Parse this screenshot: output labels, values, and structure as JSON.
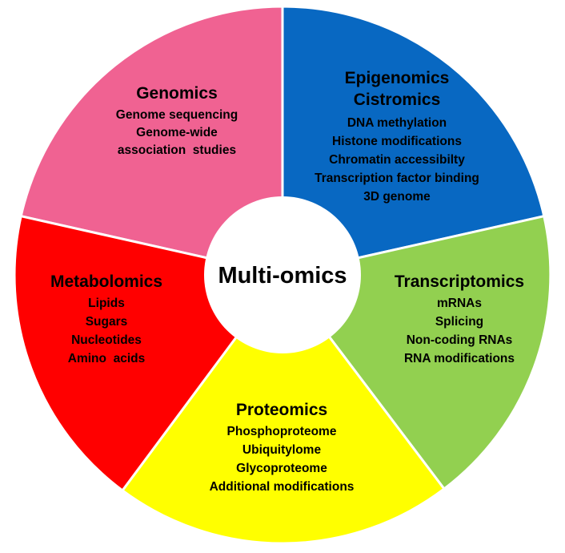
{
  "diagram": {
    "center": {
      "label": "Multi-omics"
    },
    "segments": [
      {
        "key": "genomics",
        "color": "#f06292",
        "titles": [
          "Genomics"
        ],
        "items": [
          "Genome sequencing",
          "Genome-wide",
          "association  studies"
        ]
      },
      {
        "key": "epigenomics",
        "color": "#0868c2",
        "titles": [
          "Epigenomics",
          "Cistromics"
        ],
        "items": [
          "DNA methylation",
          "Histone modifications",
          "Chromatin accessibilty",
          "Transcription factor binding",
          "3D genome"
        ]
      },
      {
        "key": "transcriptomics",
        "color": "#92d050",
        "titles": [
          "Transcriptomics"
        ],
        "items": [
          "mRNAs",
          "Splicing",
          "Non-coding RNAs",
          "RNA modifications"
        ]
      },
      {
        "key": "proteomics",
        "color": "#ffff00",
        "titles": [
          "Proteomics"
        ],
        "items": [
          "Phosphoproteome",
          "Ubiquitylome",
          "Glycoproteome",
          "Additional modifications"
        ]
      },
      {
        "key": "metabolomics",
        "color": "#ff0000",
        "titles": [
          "Metabolomics"
        ],
        "items": [
          "Lipids",
          "Sugars",
          "Nucleotides",
          "Amino  acids"
        ]
      }
    ]
  }
}
